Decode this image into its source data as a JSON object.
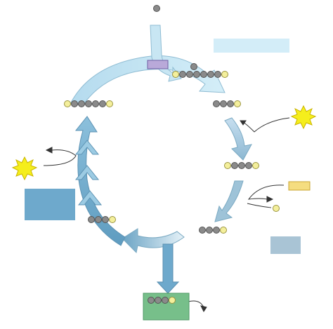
{
  "diagram": {
    "type": "cycle",
    "text_labels": [],
    "colors": {
      "arrow_light": "#c4e3f1",
      "arrow_mid": "#9ec3d8",
      "arrow_dark": "#6aa3c4",
      "arrow_outline": "#7aa9c2",
      "carbon_bead": "#8a8a8a",
      "phosphate_bead": "#f4ef9c",
      "burst": "#f5ee1c",
      "box_top_right": "#d3edf8",
      "box_purple": "#b9a9d9",
      "box_left": "#6ea9cc",
      "box_yellow": "#f5dd80",
      "box_bottom_right": "#a9c4d5",
      "box_output": "#77bf8a"
    },
    "molecules": [
      {
        "name": "incoming-carbon",
        "carbons": 1,
        "phosphates": 0
      },
      {
        "name": "six-carbon-intermediate",
        "carbons": 6,
        "phosphates": 2
      },
      {
        "name": "five-carbon-regenerated",
        "carbons": 5,
        "phosphates": 2
      },
      {
        "name": "three-carbon-phosphate",
        "carbons": 3,
        "phosphates": 1
      },
      {
        "name": "three-carbon-diphosphate",
        "carbons": 3,
        "phosphates": 2
      },
      {
        "name": "three-carbon-reduced",
        "carbons": 3,
        "phosphates": 1
      },
      {
        "name": "three-carbon-output",
        "carbons": 3,
        "phosphates": 1
      },
      {
        "name": "three-carbon-left",
        "carbons": 3,
        "phosphates": 1
      }
    ],
    "energy_bursts": 2,
    "released_phosphate": 1
  }
}
